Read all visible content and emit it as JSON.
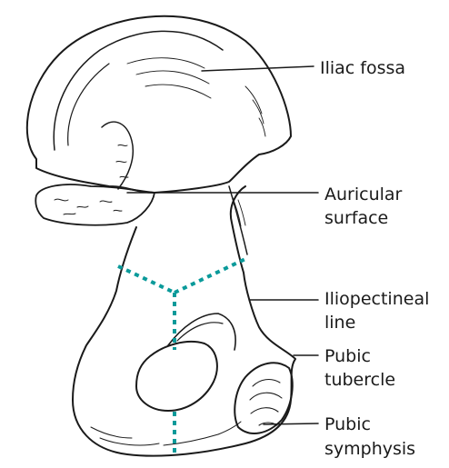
{
  "labels": {
    "iliac_fossa": "Iliac fossa",
    "auricular_1": "Auricular",
    "auricular_2": "surface",
    "iliopectineal_1": "Iliopectineal",
    "iliopectineal_2": "line",
    "pubic_tubercle_1": "Pubic",
    "pubic_tubercle_2": "tubercle",
    "pubic_symphysis_1": "Pubic",
    "pubic_symphysis_2": "symphysis"
  },
  "colors": {
    "outline": "#1a1a1a",
    "suture": "#0a9a9a",
    "background": "#ffffff"
  }
}
